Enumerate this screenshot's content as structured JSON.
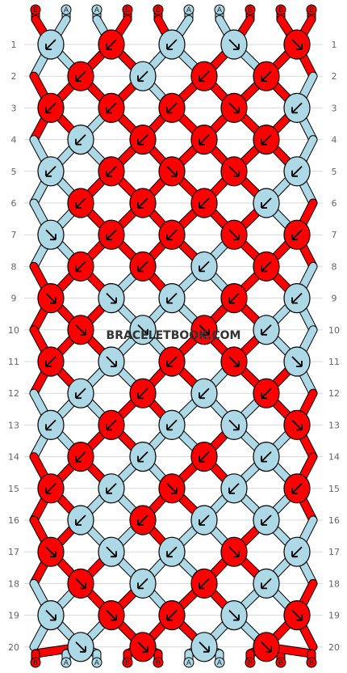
{
  "watermark": "BRACELETBOOK.COM",
  "colors": {
    "A": "#add8e6",
    "B": "#ff0000",
    "outline": "#000000",
    "line": "#d8d8d8"
  },
  "strands": {
    "top": [
      "B",
      "A",
      "A",
      "B",
      "B",
      "A",
      "A",
      "B",
      "B",
      "B"
    ],
    "bottom": [
      "B",
      "A",
      "A",
      "B",
      "B",
      "A",
      "A",
      "B",
      "B",
      "B"
    ]
  },
  "row_numbers": [
    "1",
    "2",
    "3",
    "4",
    "5",
    "6",
    "7",
    "8",
    "9",
    "10",
    "11",
    "12",
    "13",
    "14",
    "15",
    "16",
    "17",
    "18",
    "19",
    "20"
  ],
  "rows": [
    [
      [
        "A",
        "sw"
      ],
      [
        "B",
        "sw"
      ],
      [
        "A",
        "sw"
      ],
      [
        "A",
        "se"
      ],
      [
        "B",
        "se"
      ]
    ],
    [
      [
        "B",
        "sw"
      ],
      [
        "A",
        "sw"
      ],
      [
        "B",
        "sw"
      ],
      [
        "B",
        "sw"
      ]
    ],
    [
      [
        "B",
        "sw"
      ],
      [
        "B",
        "sw"
      ],
      [
        "B",
        "sw"
      ],
      [
        "B",
        "se"
      ],
      [
        "A",
        "sw"
      ]
    ],
    [
      [
        "A",
        "sw"
      ],
      [
        "B",
        "sw"
      ],
      [
        "B",
        "sw"
      ],
      [
        "B",
        "sw"
      ]
    ],
    [
      [
        "A",
        "sw"
      ],
      [
        "B",
        "sw"
      ],
      [
        "B",
        "se"
      ],
      [
        "B",
        "se"
      ],
      [
        "A",
        "sw"
      ]
    ],
    [
      [
        "B",
        "sw"
      ],
      [
        "B",
        "sw"
      ],
      [
        "B",
        "sw"
      ],
      [
        "A",
        "sw"
      ]
    ],
    [
      [
        "A",
        "se"
      ],
      [
        "B",
        "sw"
      ],
      [
        "B",
        "sw"
      ],
      [
        "B",
        "se"
      ],
      [
        "B",
        "sw"
      ]
    ],
    [
      [
        "B",
        "sw"
      ],
      [
        "B",
        "sw"
      ],
      [
        "A",
        "sw"
      ],
      [
        "B",
        "sw"
      ]
    ],
    [
      [
        "B",
        "se"
      ],
      [
        "A",
        "se"
      ],
      [
        "A",
        "sw"
      ],
      [
        "B",
        "sw"
      ],
      [
        "A",
        "sw"
      ]
    ],
    [
      [
        "B",
        "se"
      ],
      [
        "A",
        "se"
      ],
      [
        "B",
        "se"
      ],
      [
        "A",
        "sw"
      ]
    ],
    [
      [
        "B",
        "sw"
      ],
      [
        "A",
        "se"
      ],
      [
        "B",
        "sw"
      ],
      [
        "B",
        "se"
      ],
      [
        "A",
        "se"
      ]
    ],
    [
      [
        "A",
        "sw"
      ],
      [
        "B",
        "sw"
      ],
      [
        "A",
        "sw"
      ],
      [
        "B",
        "sw"
      ]
    ],
    [
      [
        "A",
        "sw"
      ],
      [
        "B",
        "sw"
      ],
      [
        "A",
        "sw"
      ],
      [
        "A",
        "se"
      ],
      [
        "B",
        "se"
      ]
    ],
    [
      [
        "B",
        "sw"
      ],
      [
        "A",
        "sw"
      ],
      [
        "B",
        "sw"
      ],
      [
        "A",
        "sw"
      ]
    ],
    [
      [
        "B",
        "sw"
      ],
      [
        "A",
        "sw"
      ],
      [
        "B",
        "se"
      ],
      [
        "A",
        "sw"
      ],
      [
        "B",
        "sw"
      ]
    ],
    [
      [
        "A",
        "sw"
      ],
      [
        "B",
        "sw"
      ],
      [
        "A",
        "sw"
      ],
      [
        "A",
        "sw"
      ]
    ],
    [
      [
        "B",
        "se"
      ],
      [
        "A",
        "se"
      ],
      [
        "A",
        "sw"
      ],
      [
        "B",
        "se"
      ],
      [
        "A",
        "sw"
      ]
    ],
    [
      [
        "B",
        "se"
      ],
      [
        "A",
        "sw"
      ],
      [
        "B",
        "sw"
      ],
      [
        "A",
        "sw"
      ]
    ],
    [
      [
        "A",
        "se"
      ],
      [
        "B",
        "se"
      ],
      [
        "B",
        "sw"
      ],
      [
        "A",
        "se"
      ],
      [
        "B",
        "se"
      ]
    ],
    [
      [
        "A",
        "se"
      ],
      [
        "B",
        "se"
      ],
      [
        "A",
        "se"
      ],
      [
        "B",
        "se"
      ]
    ]
  ]
}
